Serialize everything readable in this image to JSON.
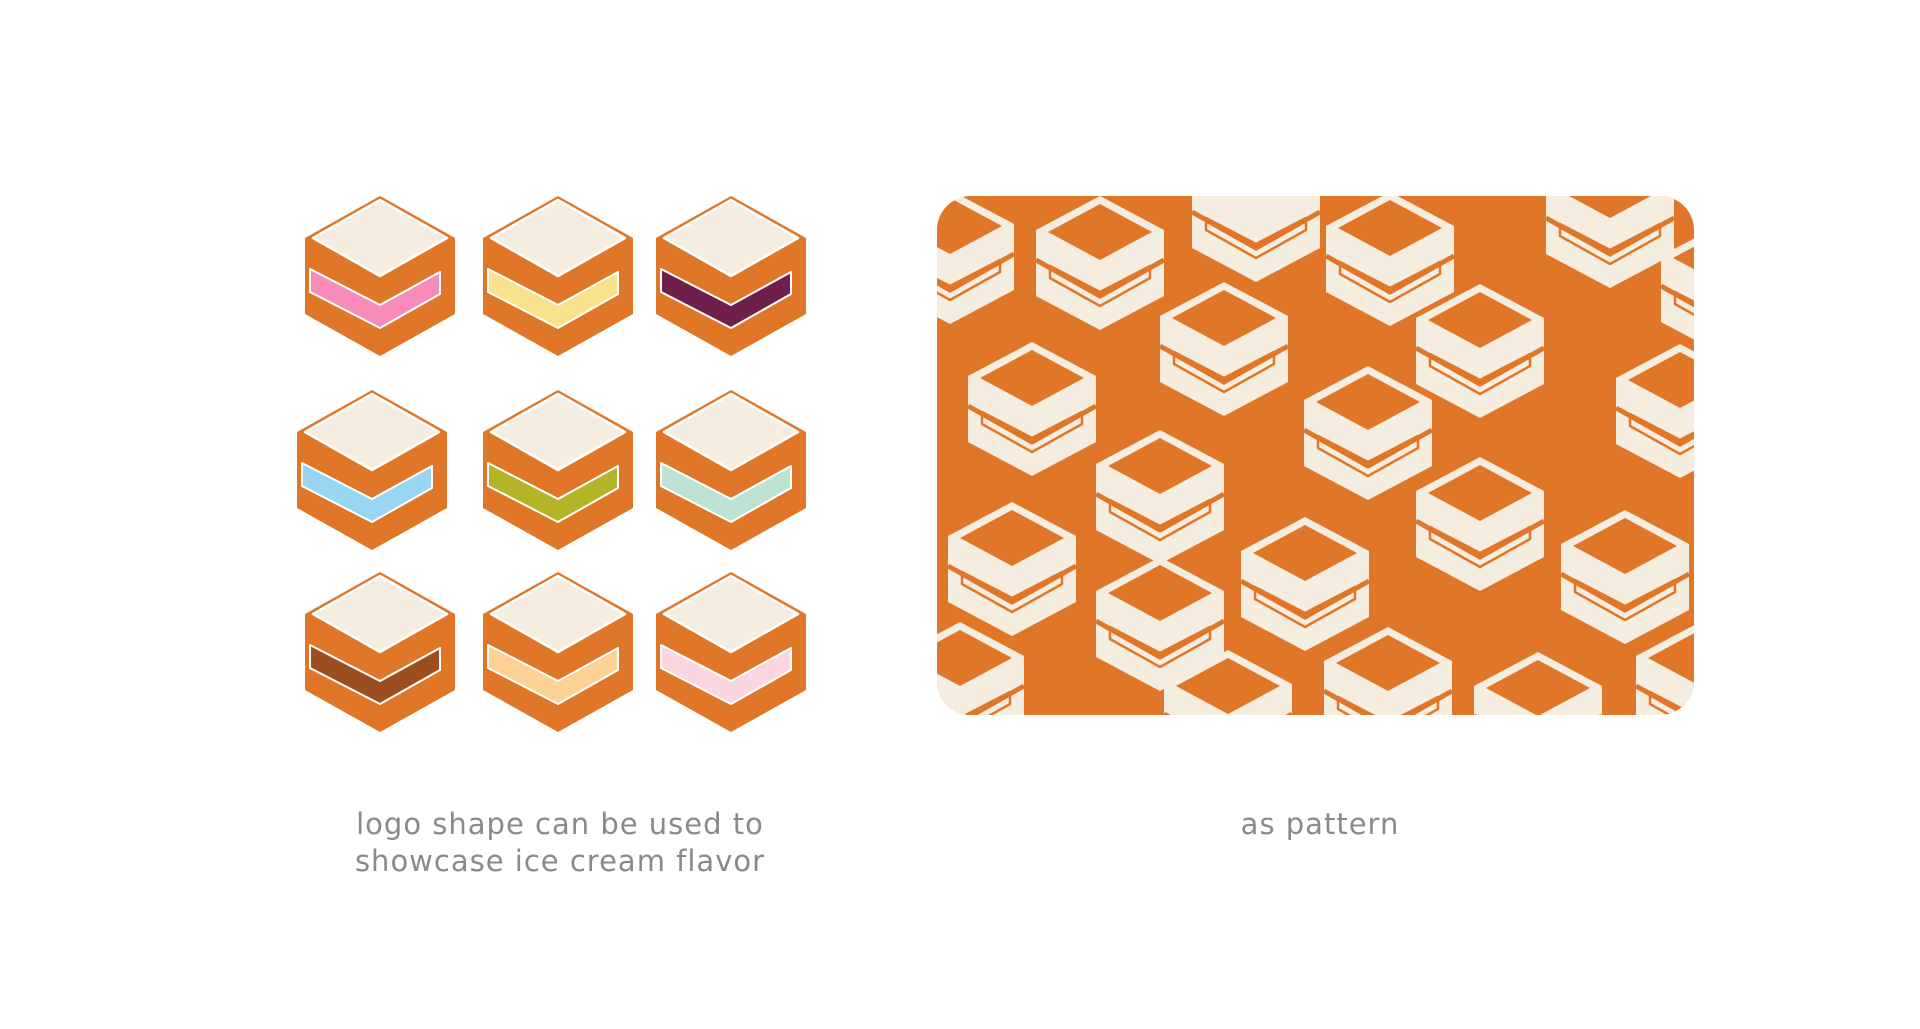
{
  "flavor_icons": {
    "outline_color": "#e07728",
    "top_color": "#f6ede1",
    "items": [
      {
        "flavor_color": "#f98bbb"
      },
      {
        "flavor_color": "#fae28c"
      },
      {
        "flavor_color": "#6e1f4b"
      },
      {
        "flavor_color": "#97d5f3"
      },
      {
        "flavor_color": "#b4b427"
      },
      {
        "flavor_color": "#bde2d4"
      },
      {
        "flavor_color": "#9c4e21"
      },
      {
        "flavor_color": "#fdd093"
      },
      {
        "flavor_color": "#fbd6e1"
      }
    ]
  },
  "pattern": {
    "background_color": "#e07728",
    "icon_color": "#f6ede1"
  },
  "captions": {
    "left_line1": "logo shape can be used to",
    "left_line2": "showcase ice cream flavor",
    "right": "as pattern"
  }
}
